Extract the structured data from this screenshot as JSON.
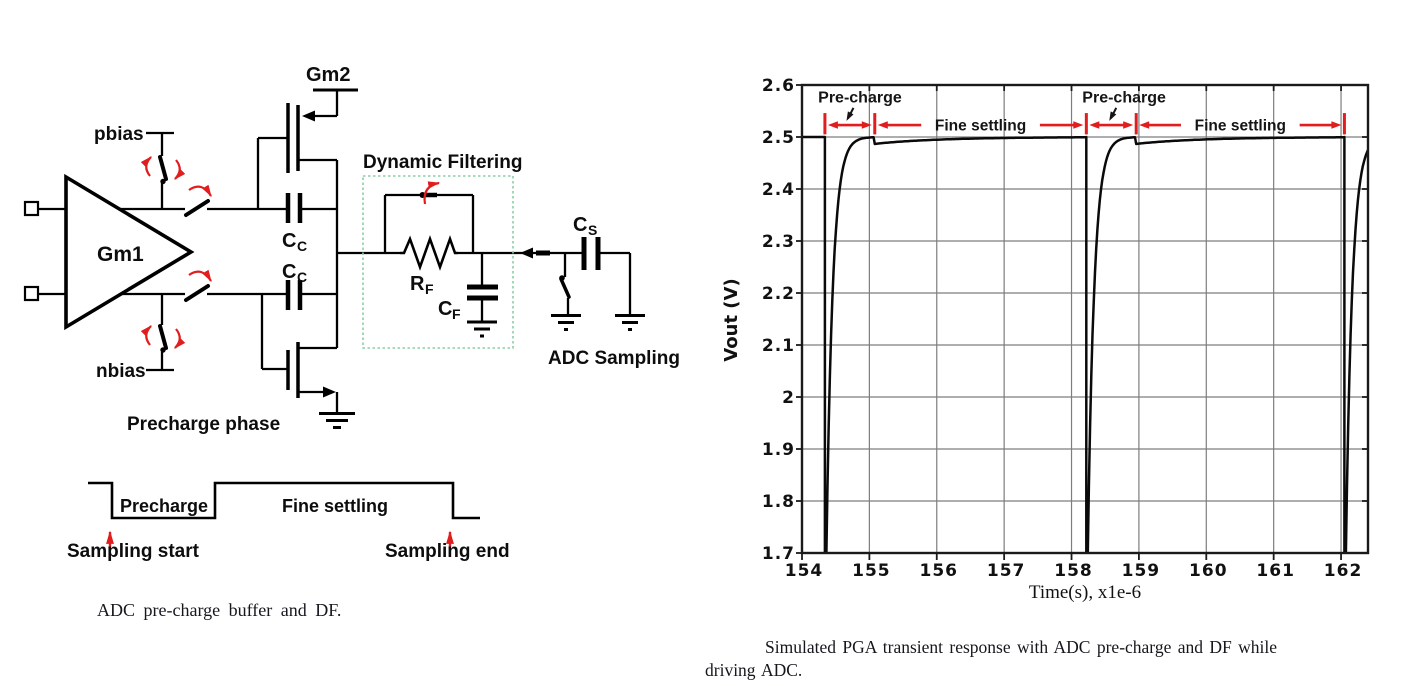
{
  "figure_left": {
    "labels": {
      "gm1": "Gm1",
      "gm2": "Gm2",
      "pbias": "pbias",
      "nbias": "nbias",
      "cc": {
        "main": "C",
        "sub": "C"
      },
      "rf": {
        "main": "R",
        "sub": "F"
      },
      "cf": {
        "main": "C",
        "sub": "F"
      },
      "cs": {
        "main": "C",
        "sub": "S"
      },
      "dynamic_filtering": "Dynamic Filtering",
      "adc_sampling": "ADC Sampling",
      "precharge_phase": "Precharge phase"
    },
    "timing": {
      "precharge": "Precharge",
      "fine_settling": "Fine settling",
      "sampling_start": "Sampling start",
      "sampling_end": "Sampling end"
    },
    "caption": "ADC pre-charge buffer and DF.",
    "colors": {
      "wire": "#000000",
      "annotation_red": "#e11d1d",
      "df_box_green": "#8ccfa4"
    }
  },
  "figure_right": {
    "caption_line1": "Simulated PGA transient response with ADC pre-charge and DF while",
    "caption_line2": "driving ADC."
  },
  "chart_data": {
    "type": "line",
    "title": "",
    "xlabel": "Time(s),  x1e-6",
    "ylabel": "Vout (V)",
    "xlim": [
      154,
      162.4
    ],
    "ylim": [
      1.7,
      2.6
    ],
    "grid": true,
    "legend": "none",
    "frame_color": "#1a1a1a",
    "grid_color": "#7d7d7d",
    "line_color": "#0a0a0a",
    "xticks": [
      {
        "v": 154,
        "label": "154"
      },
      {
        "v": 155,
        "label": "155"
      },
      {
        "v": 156,
        "label": "156"
      },
      {
        "v": 157,
        "label": "157"
      },
      {
        "v": 158,
        "label": "158"
      },
      {
        "v": 159,
        "label": "159"
      },
      {
        "v": 160,
        "label": "160"
      },
      {
        "v": 161,
        "label": "161"
      },
      {
        "v": 162,
        "label": "162"
      }
    ],
    "yticks": [
      {
        "v": 1.7,
        "label": "1.7"
      },
      {
        "v": 1.8,
        "label": "1.8"
      },
      {
        "v": 1.9,
        "label": "1.9"
      },
      {
        "v": 2,
        "label": "2"
      },
      {
        "v": 2.1,
        "label": "2.1"
      },
      {
        "v": 2.2,
        "label": "2.2"
      },
      {
        "v": 2.3,
        "label": "2.3"
      },
      {
        "v": 2.4,
        "label": "2.4"
      },
      {
        "v": 2.5,
        "label": "2.5"
      },
      {
        "v": 2.6,
        "label": "2.6"
      }
    ],
    "series": [
      {
        "name": "Vout",
        "steady_value": 2.5,
        "drop_times": [
          154.34,
          158.22,
          162.05
        ],
        "drop_min": 1.5,
        "recovery_tau": 0.095,
        "sag_start": 0.74,
        "sag_depth": 0.013,
        "sag_tau": 1.0
      }
    ],
    "annotations": {
      "red": "#e11d1d",
      "line_v": 2.523,
      "bar_v": [
        2.505,
        2.546
      ],
      "bar_times": [
        154.34,
        155.08,
        158.22,
        158.96,
        162.05
      ],
      "intervals": [
        {
          "from": 154.34,
          "to": 155.08,
          "label": ""
        },
        {
          "from": 155.08,
          "to": 158.22,
          "label": "Fine settling"
        },
        {
          "from": 158.22,
          "to": 158.96,
          "label": ""
        },
        {
          "from": 158.96,
          "to": 162.05,
          "label": "Fine settling"
        }
      ],
      "precharge_labels": [
        {
          "text": "Pre-charge",
          "t": 154.24,
          "v": 2.566,
          "tip_t": 154.66,
          "tip_v": 2.531
        },
        {
          "text": "Pre-charge",
          "t": 158.16,
          "v": 2.566,
          "tip_t": 158.56,
          "tip_v": 2.531
        }
      ]
    }
  }
}
